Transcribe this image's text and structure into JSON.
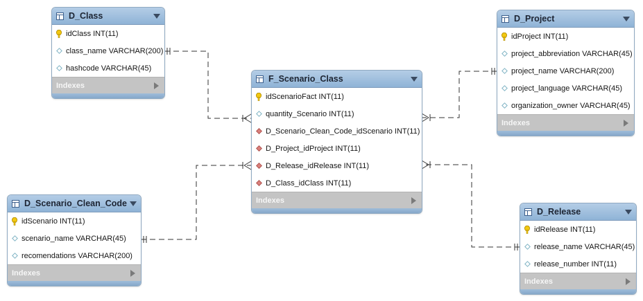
{
  "tables": {
    "d_class": {
      "name": "D_Class",
      "columns": [
        {
          "icon": "key",
          "text": "idClass INT(11)"
        },
        {
          "icon": "column",
          "text": "class_name VARCHAR(200)"
        },
        {
          "icon": "column",
          "text": "hashcode VARCHAR(45)"
        }
      ],
      "indexes_label": "Indexes"
    },
    "f_scenario_class": {
      "name": "F_Scenario_Class",
      "columns": [
        {
          "icon": "key",
          "text": "idScenarioFact INT(11)"
        },
        {
          "icon": "column",
          "text": "quantity_Scenario INT(11)"
        },
        {
          "icon": "foreign-key",
          "text": "D_Scenario_Clean_Code_idScenario INT(11)"
        },
        {
          "icon": "foreign-key",
          "text": "D_Project_idProject INT(11)"
        },
        {
          "icon": "foreign-key",
          "text": "D_Release_idRelease INT(11)"
        },
        {
          "icon": "foreign-key",
          "text": "D_Class_idClass INT(11)"
        }
      ],
      "indexes_label": "Indexes"
    },
    "d_project": {
      "name": "D_Project",
      "columns": [
        {
          "icon": "key",
          "text": "idProject INT(11)"
        },
        {
          "icon": "column",
          "text": "project_abbreviation VARCHAR(45)"
        },
        {
          "icon": "column",
          "text": "project_name VARCHAR(200)"
        },
        {
          "icon": "column",
          "text": "project_language VARCHAR(45)"
        },
        {
          "icon": "column",
          "text": "organization_owner VARCHAR(45)"
        }
      ],
      "indexes_label": "Indexes"
    },
    "d_scenario_clean_code": {
      "name": "D_Scenario_Clean_Code",
      "columns": [
        {
          "icon": "key",
          "text": "idScenario INT(11)"
        },
        {
          "icon": "column",
          "text": "scenario_name VARCHAR(45)"
        },
        {
          "icon": "column",
          "text": "recomendations VARCHAR(200)"
        }
      ],
      "indexes_label": "Indexes"
    },
    "d_release": {
      "name": "D_Release",
      "columns": [
        {
          "icon": "key",
          "text": "idRelease INT(11)"
        },
        {
          "icon": "column",
          "text": "release_name VARCHAR(45)"
        },
        {
          "icon": "column",
          "text": "release_number INT(11)"
        }
      ],
      "indexes_label": "Indexes"
    }
  },
  "relationships": [
    {
      "from": "D_Class",
      "to": "F_Scenario_Class",
      "cardinality": "one-to-many"
    },
    {
      "from": "D_Project",
      "to": "F_Scenario_Class",
      "cardinality": "one-to-many"
    },
    {
      "from": "D_Scenario_Clean_Code",
      "to": "F_Scenario_Class",
      "cardinality": "one-to-many"
    },
    {
      "from": "D_Release",
      "to": "F_Scenario_Class",
      "cardinality": "one-to-many"
    }
  ],
  "colors": {
    "header": "#9dbfe0",
    "indexes": "#c4c4c4",
    "key": "#e8c000",
    "foreign_key": "#c0504d",
    "column": "#7fb3c4",
    "connector": "#333333"
  }
}
